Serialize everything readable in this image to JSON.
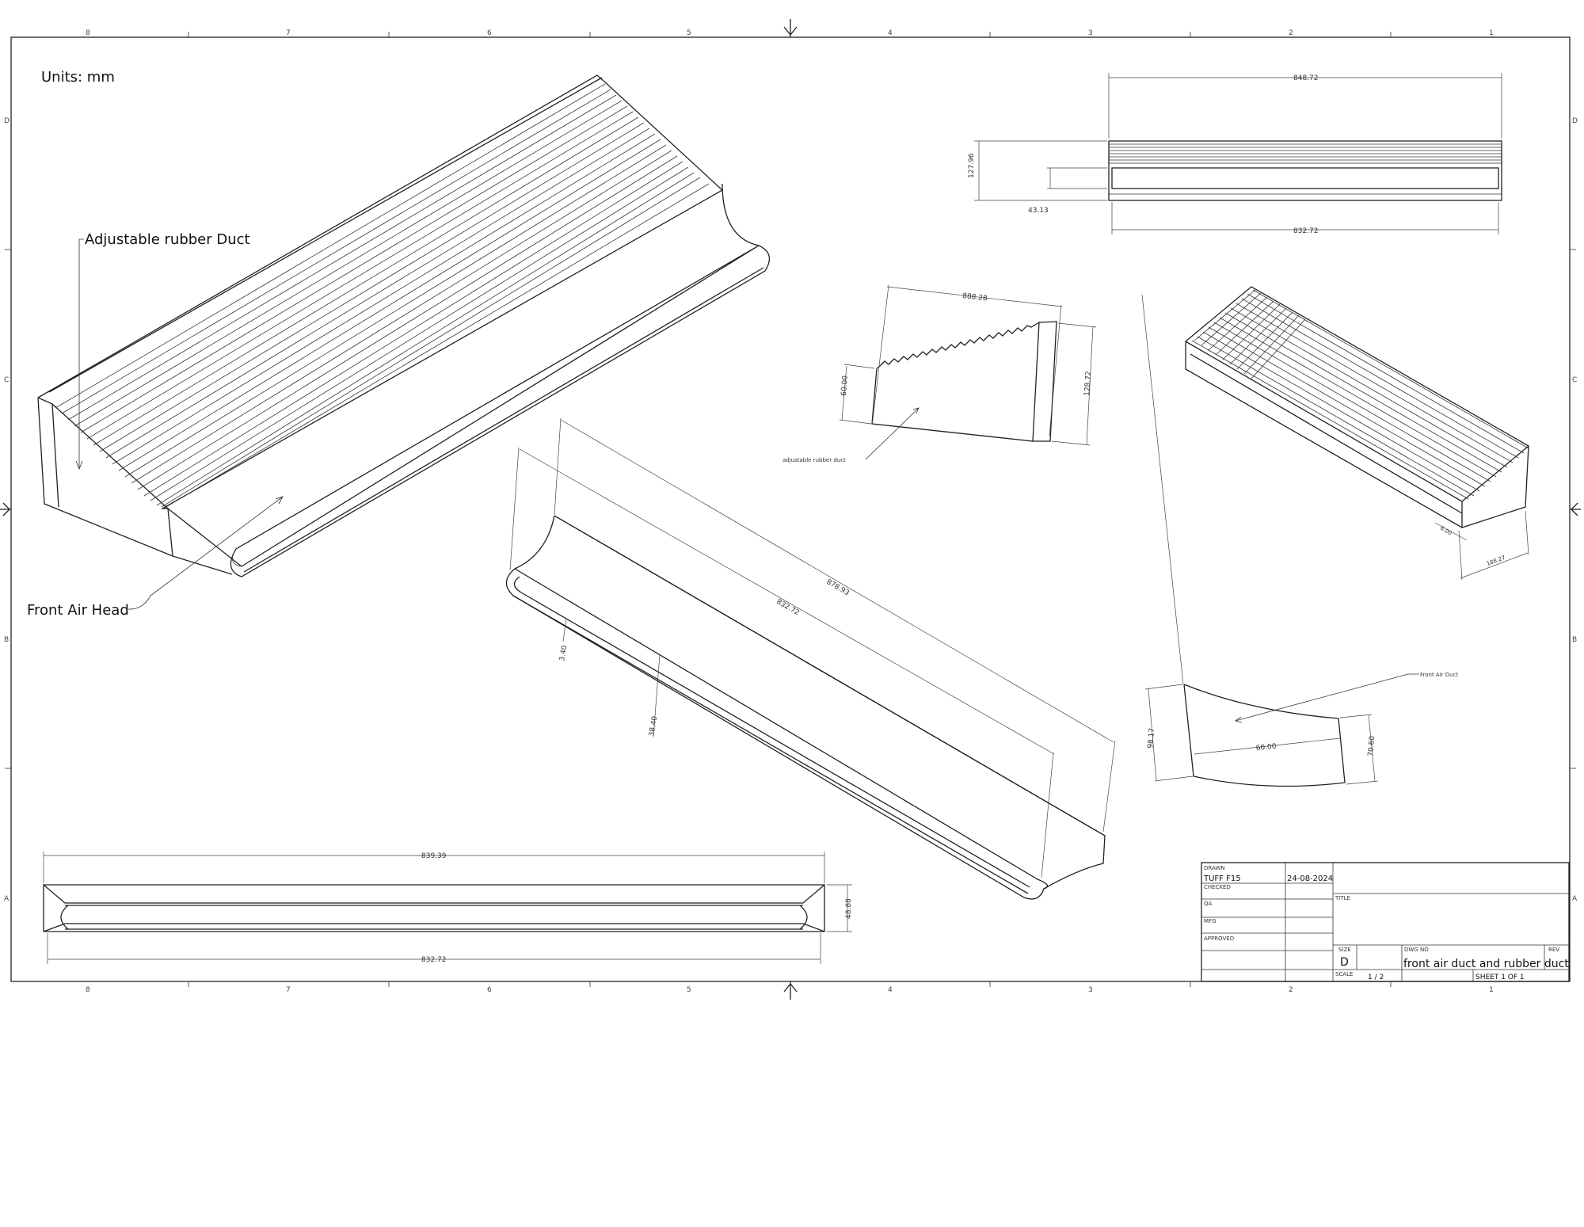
{
  "units_note": "Units: mm",
  "zones": {
    "columns": [
      "8",
      "7",
      "6",
      "5",
      "4",
      "3",
      "2",
      "1"
    ],
    "rows": [
      "D",
      "C",
      "B",
      "A"
    ]
  },
  "callouts": {
    "adjustable_rubber_duct": "Adjustable rubber Duct",
    "front_air_head": "Front Air Head",
    "adjustable_rubber_duct_small": "adjustable rubber duct",
    "front_air_duct": "Front Air Duct"
  },
  "dimensions": {
    "top_view_overall": "848.72",
    "top_view_height": "127.96",
    "top_view_offset": "43.13",
    "top_view_inner": "832.72",
    "rubber_width": "888.28",
    "rubber_left": "60.00",
    "rubber_right": "128.72",
    "iso_long": "878.93",
    "iso_inner": "832.72",
    "iso_small_a": "3.40",
    "iso_small_b": "38.40",
    "right_small_a": "6.00",
    "right_small_b": "188.27",
    "duct_left": "98.17",
    "duct_middle": "60.00",
    "duct_right": "70.60",
    "bottom_overall": "839.39",
    "bottom_height": "48.88",
    "bottom_inner": "832.72"
  },
  "title_block": {
    "drawn_label": "DRAWN",
    "drawn_by": "TUFF F15",
    "drawn_date": "24-08-2024",
    "checked_label": "CHECKED",
    "qa_label": "QA",
    "mfg_label": "MFG",
    "approved_label": "APPROVED",
    "title_label": "TITLE",
    "size_label": "SIZE",
    "size_value": "D",
    "dwg_no_label": "DWG NO",
    "dwg_no_value": "front air duct and rubber duct",
    "rev_label": "REV",
    "scale_label": "SCALE",
    "scale_value": "1 / 2",
    "sheet_label": "SHEET 1  OF 1"
  }
}
